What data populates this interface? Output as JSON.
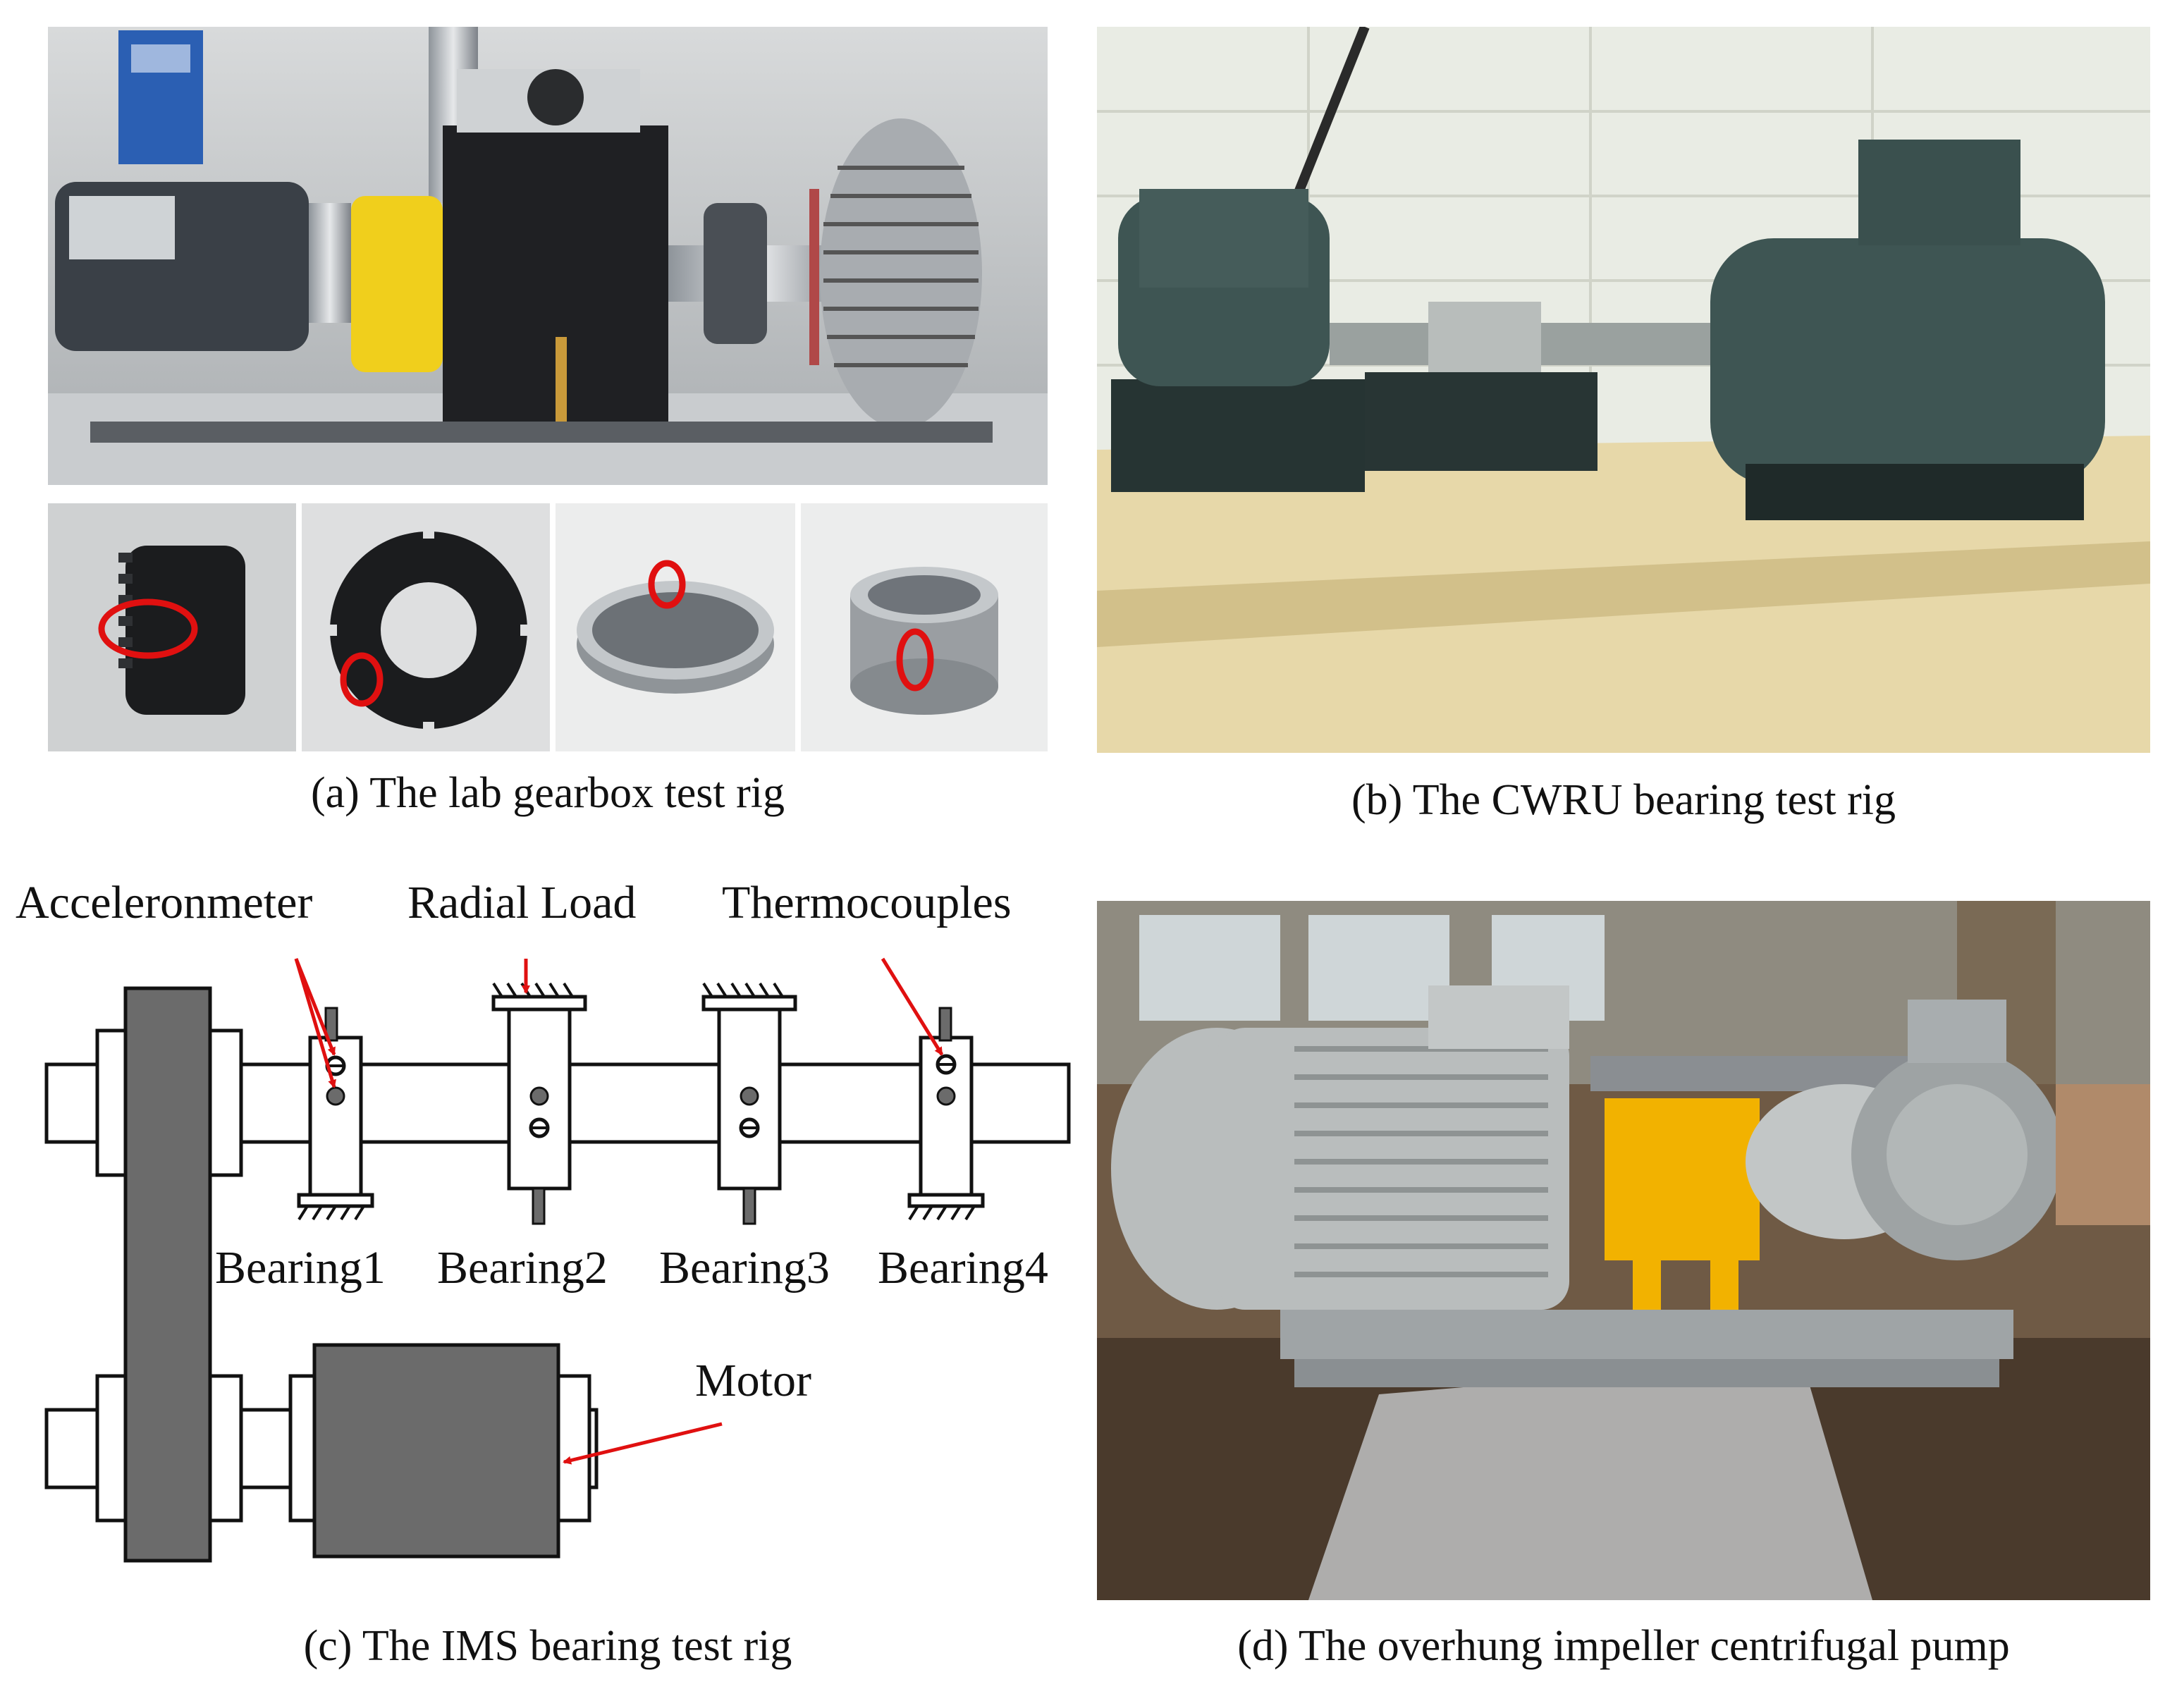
{
  "captions": {
    "a": "(a) The lab gearbox test rig",
    "b": "(b) The CWRU bearing test rig",
    "c": "(c) The IMS bearing test rig",
    "d": "(d) The overhung impeller centrifugal pump"
  },
  "diagram_c": {
    "labels": {
      "accelerometer": "Acceleronmeter",
      "radial_load": "Radial Load",
      "thermocouples": "Thermocouples",
      "motor": "Motor"
    },
    "bearings": [
      "Bearing1",
      "Bearing2",
      "Bearing3",
      "Bearing4"
    ]
  },
  "colors": {
    "arrow": "#e01010",
    "gray_part": "#6b6b6b",
    "highlight_circle": "#e01010",
    "pump_yellow": "#f2b200",
    "motor_gray": "#b9bdbd",
    "cwru_green": "#3e5553"
  },
  "photos": {
    "a_main": "gearbox-rig-photo",
    "a_thumb1": "sun-gear-fault-photo",
    "a_thumb2": "planet-gear-fault-photo",
    "a_thumb3": "outer-race-fault-photo",
    "a_thumb4": "inner-race-fault-photo",
    "b": "cwru-rig-photo",
    "d": "centrifugal-pump-photo"
  }
}
